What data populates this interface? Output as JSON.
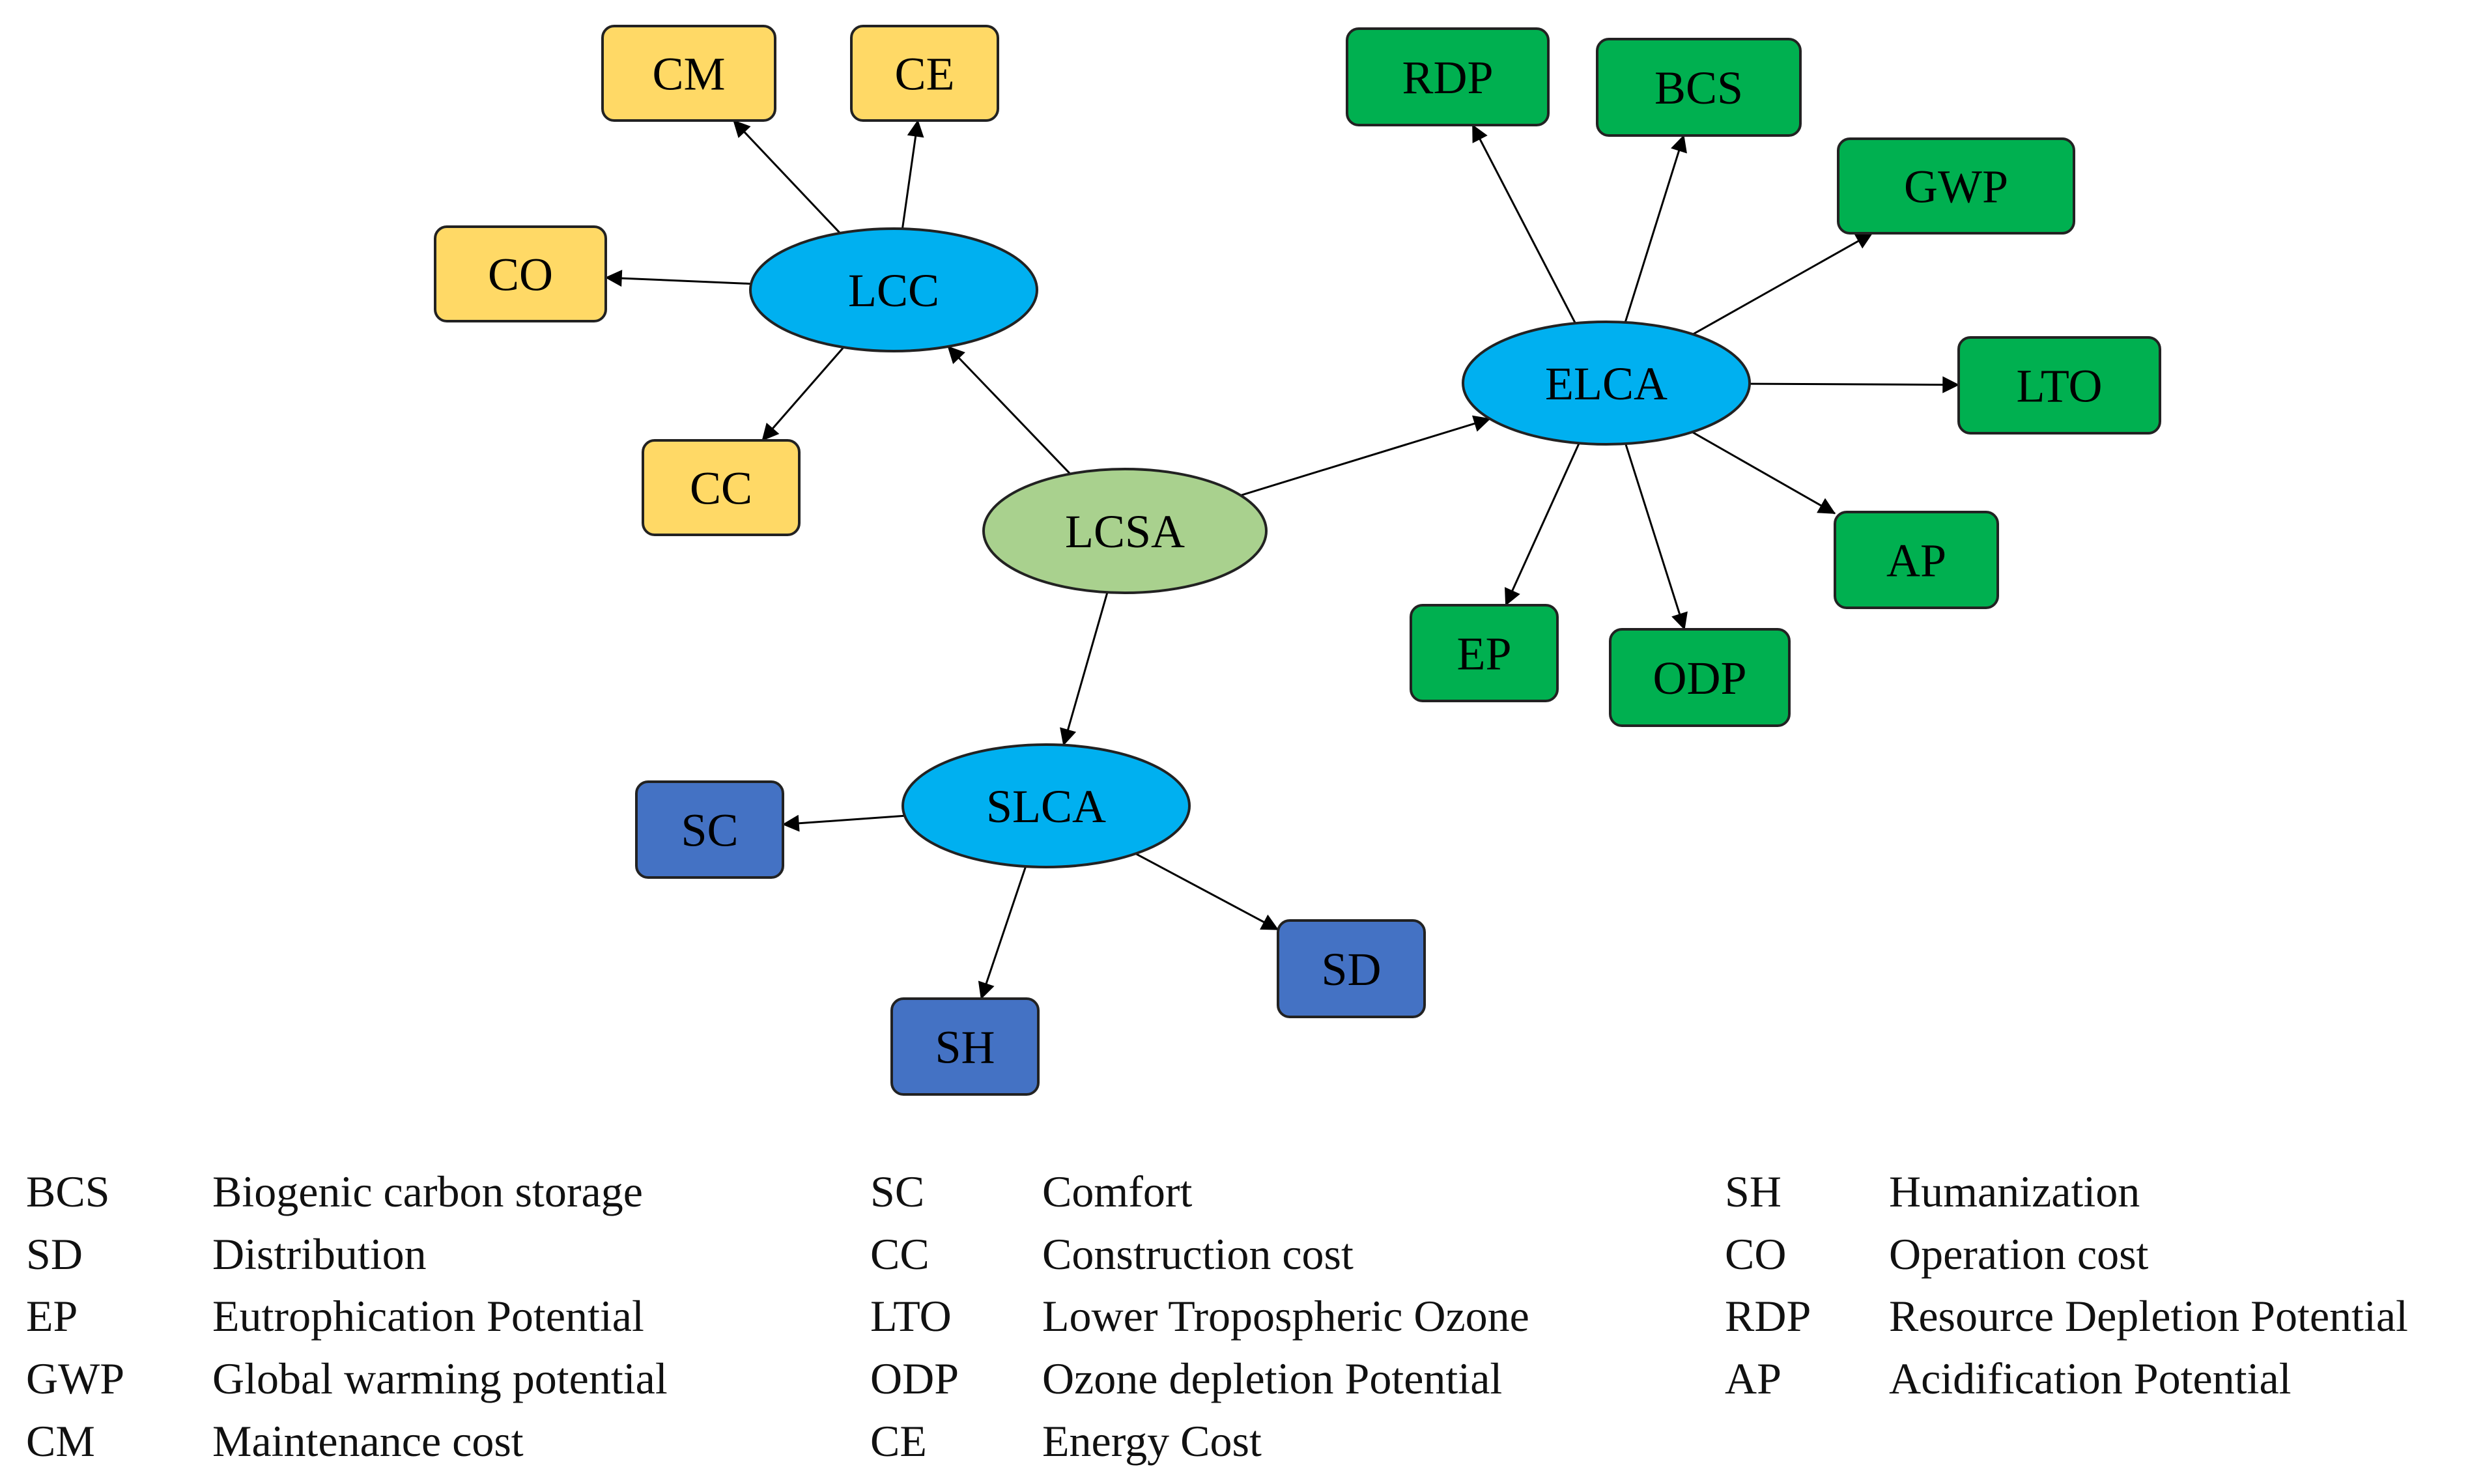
{
  "colors": {
    "lcsa_fill": "#a9d18e",
    "method_fill": "#00b0f0",
    "lcc_indicator_fill": "#ffd966",
    "elca_indicator_fill": "#00b050",
    "slca_indicator_fill": "#4472c4",
    "outline": "#222222"
  },
  "nodes": [
    {
      "id": "LCSA",
      "label": "LCSA",
      "group": "root"
    },
    {
      "id": "LCC",
      "label": "LCC",
      "group": "method"
    },
    {
      "id": "ELCA",
      "label": "ELCA",
      "group": "method"
    },
    {
      "id": "SLCA",
      "label": "SLCA",
      "group": "method"
    },
    {
      "id": "CM",
      "label": "CM",
      "group": "lcc"
    },
    {
      "id": "CE",
      "label": "CE",
      "group": "lcc"
    },
    {
      "id": "CO",
      "label": "CO",
      "group": "lcc"
    },
    {
      "id": "CC",
      "label": "CC",
      "group": "lcc"
    },
    {
      "id": "RDP",
      "label": "RDP",
      "group": "elca"
    },
    {
      "id": "BCS",
      "label": "BCS",
      "group": "elca"
    },
    {
      "id": "GWP",
      "label": "GWP",
      "group": "elca"
    },
    {
      "id": "LTO",
      "label": "LTO",
      "group": "elca"
    },
    {
      "id": "AP",
      "label": "AP",
      "group": "elca"
    },
    {
      "id": "ODP",
      "label": "ODP",
      "group": "elca"
    },
    {
      "id": "EP",
      "label": "EP",
      "group": "elca"
    },
    {
      "id": "SC",
      "label": "SC",
      "group": "slca"
    },
    {
      "id": "SD",
      "label": "SD",
      "group": "slca"
    },
    {
      "id": "SH",
      "label": "SH",
      "group": "slca"
    }
  ],
  "edges": [
    {
      "from": "LCSA",
      "to": "LCC"
    },
    {
      "from": "LCSA",
      "to": "ELCA"
    },
    {
      "from": "LCSA",
      "to": "SLCA"
    },
    {
      "from": "LCC",
      "to": "CM"
    },
    {
      "from": "LCC",
      "to": "CE"
    },
    {
      "from": "LCC",
      "to": "CO"
    },
    {
      "from": "LCC",
      "to": "CC"
    },
    {
      "from": "ELCA",
      "to": "RDP"
    },
    {
      "from": "ELCA",
      "to": "BCS"
    },
    {
      "from": "ELCA",
      "to": "GWP"
    },
    {
      "from": "ELCA",
      "to": "LTO"
    },
    {
      "from": "ELCA",
      "to": "AP"
    },
    {
      "from": "ELCA",
      "to": "ODP"
    },
    {
      "from": "ELCA",
      "to": "EP"
    },
    {
      "from": "SLCA",
      "to": "SC"
    },
    {
      "from": "SLCA",
      "to": "SD"
    },
    {
      "from": "SLCA",
      "to": "SH"
    }
  ],
  "legend": [
    [
      {
        "abbr": "BCS",
        "meaning": "Biogenic carbon storage"
      },
      {
        "abbr": "SD",
        "meaning": "Distribution"
      },
      {
        "abbr": "EP",
        "meaning": "Eutrophication Potential"
      },
      {
        "abbr": "GWP",
        "meaning": "Global warming potential"
      },
      {
        "abbr": "CM",
        "meaning": "Maintenance cost"
      }
    ],
    [
      {
        "abbr": "SC",
        "meaning": "Comfort"
      },
      {
        "abbr": "CC",
        "meaning": "Construction cost"
      },
      {
        "abbr": "LTO",
        "meaning": "Lower Tropospheric Ozone"
      },
      {
        "abbr": "ODP",
        "meaning": "Ozone depletion Potential"
      },
      {
        "abbr": "CE",
        "meaning": "Energy Cost"
      }
    ],
    [
      {
        "abbr": "SH",
        "meaning": "Humanization"
      },
      {
        "abbr": "CO",
        "meaning": "Operation cost"
      },
      {
        "abbr": "RDP",
        "meaning": "Resource Depletion Potential"
      },
      {
        "abbr": "AP",
        "meaning": "Acidification Potential"
      }
    ]
  ]
}
